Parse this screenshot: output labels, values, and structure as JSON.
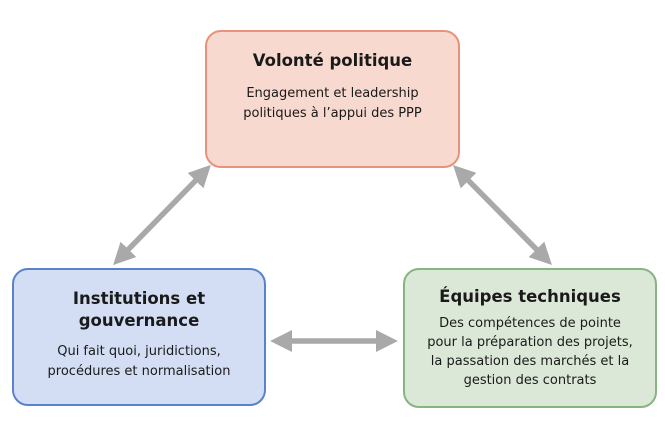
{
  "colors": {
    "top_fill": "#f8d9cf",
    "top_border": "#e8927b",
    "left_fill": "#d3def5",
    "left_border": "#5b82c9",
    "right_fill": "#dbe8d7",
    "right_border": "#86b580",
    "arrow": "#a9a9a9"
  },
  "top": {
    "title": "Volonté politique",
    "body_lines": [
      "Engagement et leadership",
      "politiques à l’appui des PPP"
    ]
  },
  "left": {
    "title_lines": [
      "Institutions et",
      "gouvernance"
    ],
    "body_lines": [
      "Qui fait quoi, juridictions,",
      "procédures et normalisation"
    ]
  },
  "right": {
    "title": "Équipes techniques",
    "body_lines": [
      "Des compétences de pointe",
      "pour la préparation des projets,",
      "la passation des marchés et la",
      "gestion des contrats"
    ]
  },
  "arrows": [
    {
      "name": "arrow-left-top",
      "icon": "double-arrow-icon"
    },
    {
      "name": "arrow-top-right",
      "icon": "double-arrow-icon"
    },
    {
      "name": "arrow-left-right",
      "icon": "double-arrow-icon"
    }
  ]
}
